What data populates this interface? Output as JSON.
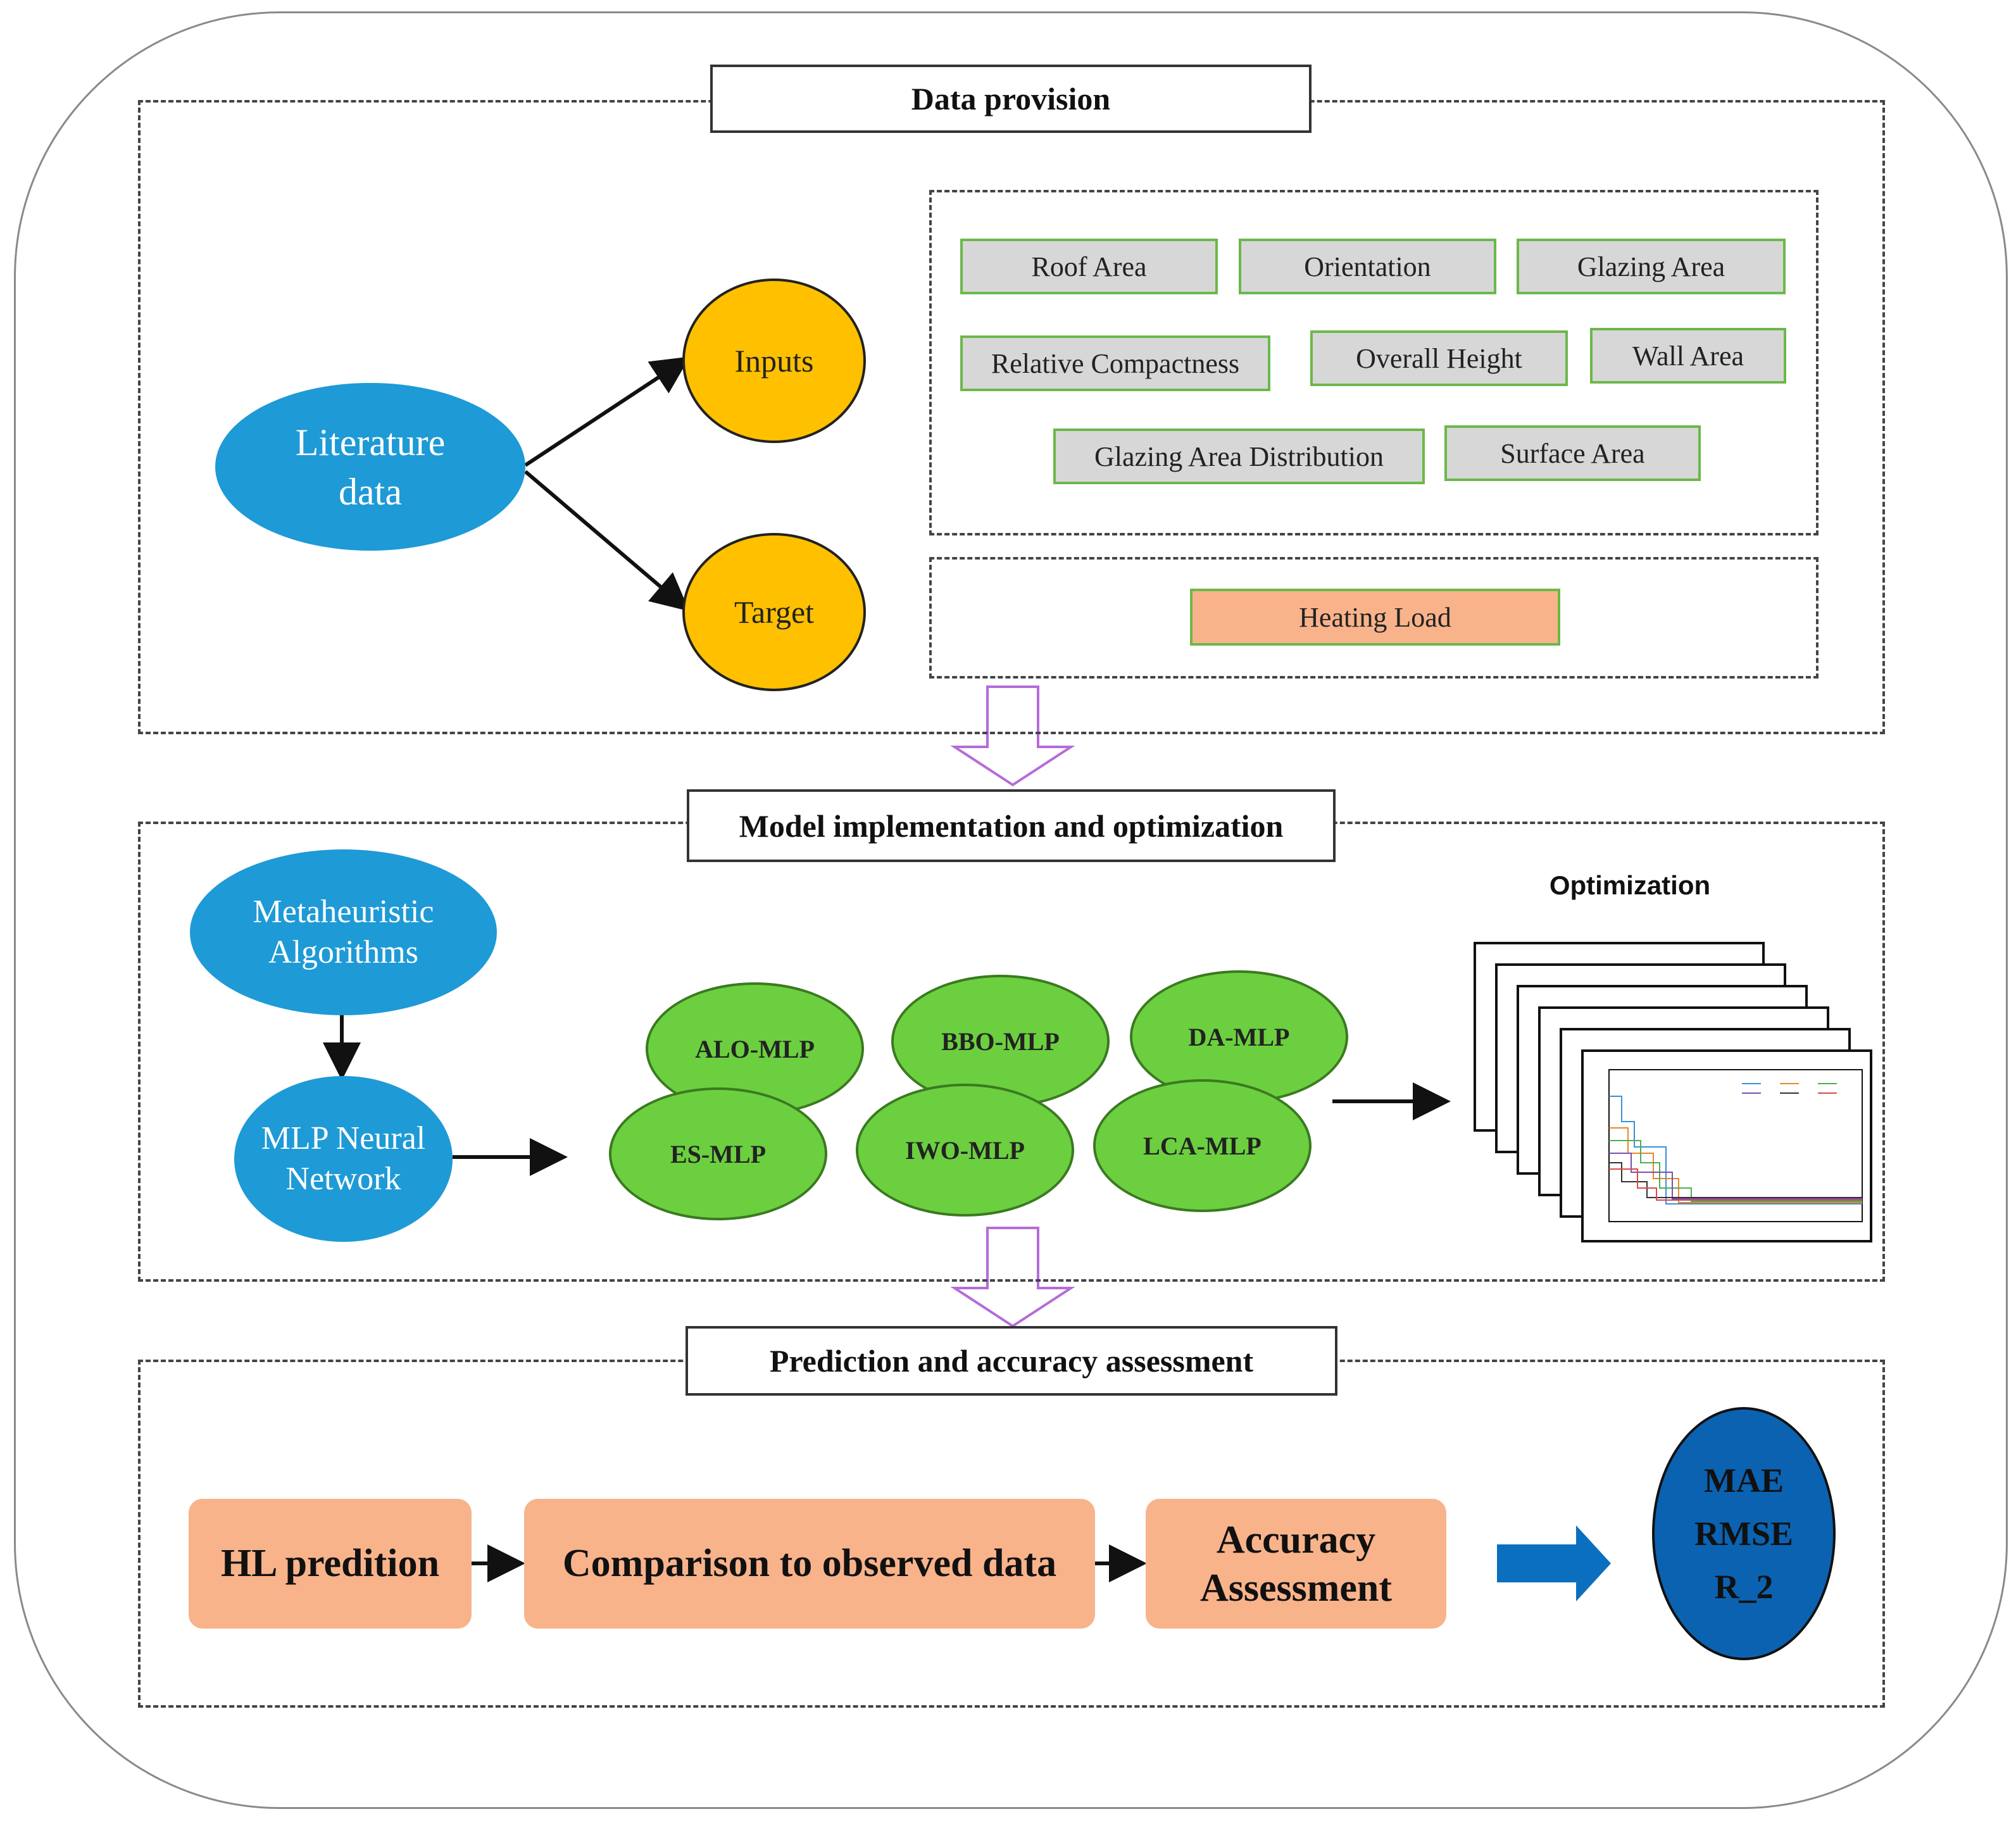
{
  "sections": {
    "data_provision": "Data provision",
    "model": "Model implementation and optimization",
    "prediction": "Prediction and accuracy assessment"
  },
  "nodes": {
    "literature": "Literature data",
    "inputs": "Inputs",
    "target": "Target",
    "metaheuristic": "Metaheuristic Algorithms",
    "mlp": "MLP Neural Network",
    "optimization_label": "Optimization"
  },
  "input_vars": [
    "Roof Area",
    "Orientation",
    "Glazing Area",
    "Relative Compactness",
    "Overall Height",
    "Wall Area",
    "Glazing Area Distribution",
    "Surface Area"
  ],
  "target_var": "Heating Load",
  "models": [
    "ALO-MLP",
    "BBO-MLP",
    "DA-MLP",
    "ES-MLP",
    "IWO-MLP",
    "LCA-MLP"
  ],
  "steps": [
    "HL predition",
    "Comparison to observed data",
    "Accuracy Assessment"
  ],
  "metrics": [
    "MAE",
    "RMSE",
    "R_2"
  ],
  "colors": {
    "ellipse_blue": "#1e9ad6",
    "ellipse_yellow": "#ffc000",
    "model_green": "#6ccf3f",
    "variable_gray": "#d7d7d7",
    "step_peach": "#f8b38b",
    "metrics_navy": "#0b62b0",
    "transition_arrow": "#b46cd9"
  }
}
